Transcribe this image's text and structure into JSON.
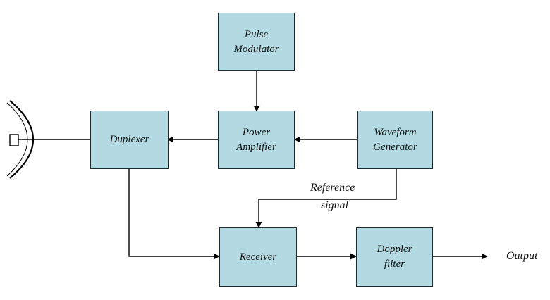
{
  "blocks": {
    "pulse_modulator": {
      "line1": "Pulse",
      "line2": "Modulator"
    },
    "power_amplifier": {
      "line1": "Power",
      "line2": "Amplifier"
    },
    "waveform_generator": {
      "line1": "Waveform",
      "line2": "Generator"
    },
    "duplexer": {
      "line1": "Duplexer"
    },
    "receiver": {
      "line1": "Receiver"
    },
    "doppler_filter": {
      "line1": "Doppler",
      "line2": "filter"
    }
  },
  "labels": {
    "reference_line1": "Reference",
    "reference_line2": "signal",
    "output": "Output"
  },
  "colors": {
    "block_fill": "#b3d9e2",
    "block_border": "#1f2a2e",
    "line": "#000000"
  }
}
